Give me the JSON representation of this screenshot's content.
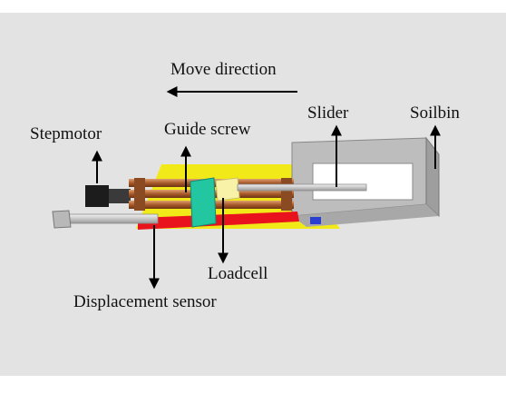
{
  "labels": {
    "move_direction": "Move direction",
    "stepmotor": "Stepmotor",
    "guide_screw": "Guide screw",
    "slider": "Slider",
    "soilbin": "Soilbin",
    "loadcell": "Loadcell",
    "displacement_sensor": "Displacement sensor"
  },
  "colors": {
    "background": "#e3e3e3",
    "base_plate": "#f2ea18",
    "rail": "#e8131c",
    "carriage": "#22c6a0",
    "screw": "#b86a3a",
    "motor": "#1c1c1c",
    "soilbin": "#bdbdbd",
    "arrow": "#000000"
  }
}
